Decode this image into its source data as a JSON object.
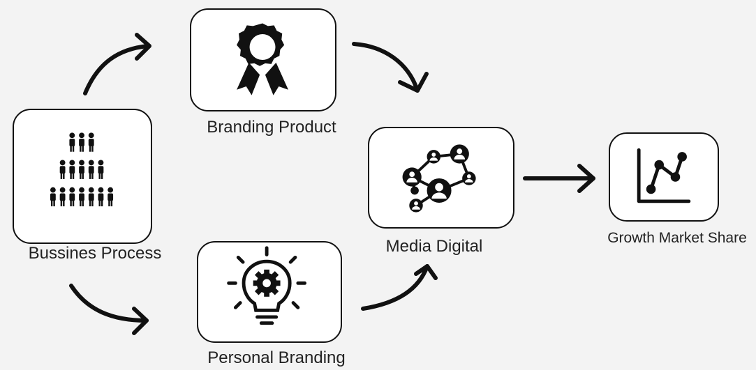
{
  "diagram": {
    "nodes": {
      "business": {
        "label": "Bussines Process",
        "icon": "people-pyramid-icon"
      },
      "branding_product": {
        "label": "Branding Product",
        "icon": "award-ribbon-icon"
      },
      "personal_branding": {
        "label": "Personal Branding",
        "icon": "lightbulb-gear-icon"
      },
      "media": {
        "label": "Media Digital",
        "icon": "network-people-icon"
      },
      "growth": {
        "label": "Growth Market Share",
        "icon": "line-chart-icon"
      }
    },
    "edges": [
      {
        "from": "business",
        "to": "branding_product"
      },
      {
        "from": "business",
        "to": "personal_branding"
      },
      {
        "from": "branding_product",
        "to": "media"
      },
      {
        "from": "personal_branding",
        "to": "media"
      },
      {
        "from": "media",
        "to": "growth"
      }
    ],
    "colors": {
      "background": "#f3f3f3",
      "stroke": "#111111",
      "box": "#ffffff"
    }
  }
}
